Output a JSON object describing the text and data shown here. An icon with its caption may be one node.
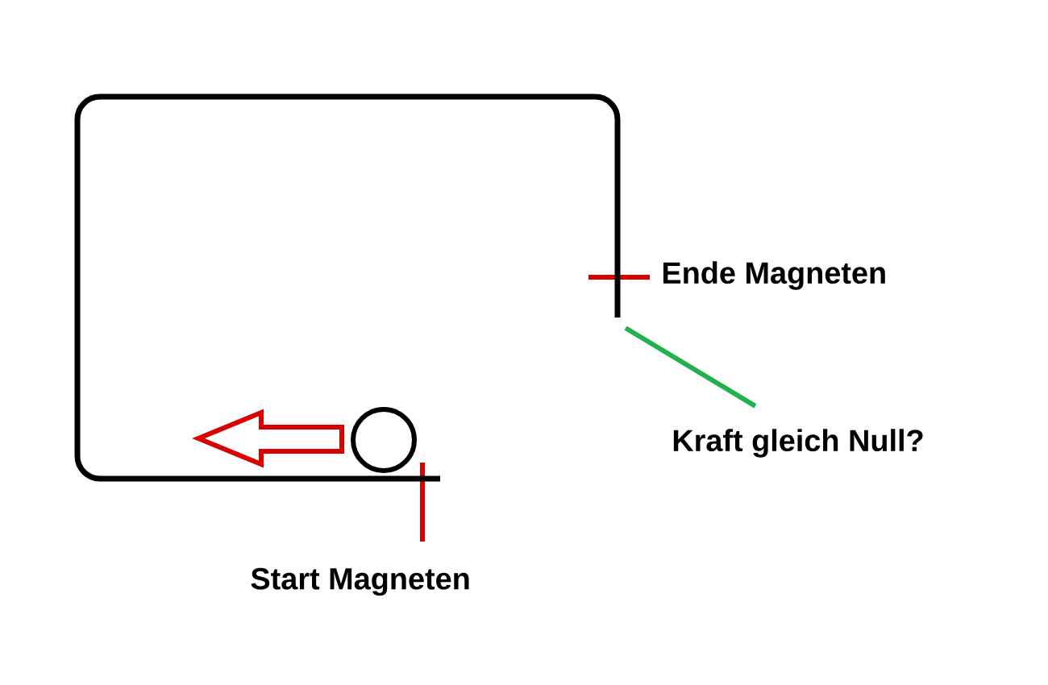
{
  "diagram": {
    "nodes": [
      {
        "text": [
          "Kraft gleich Null?"
        ]
      },
      {
        "text": [],
        "shape": "line"
      }
    ],
    "edges": [
      {
        "from": 0,
        "to": 1,
        "arrow": "none",
        "color": "#22b14c"
      }
    ],
    "labels": [
      "Ende Magneten",
      "Start Magneten"
    ]
  }
}
